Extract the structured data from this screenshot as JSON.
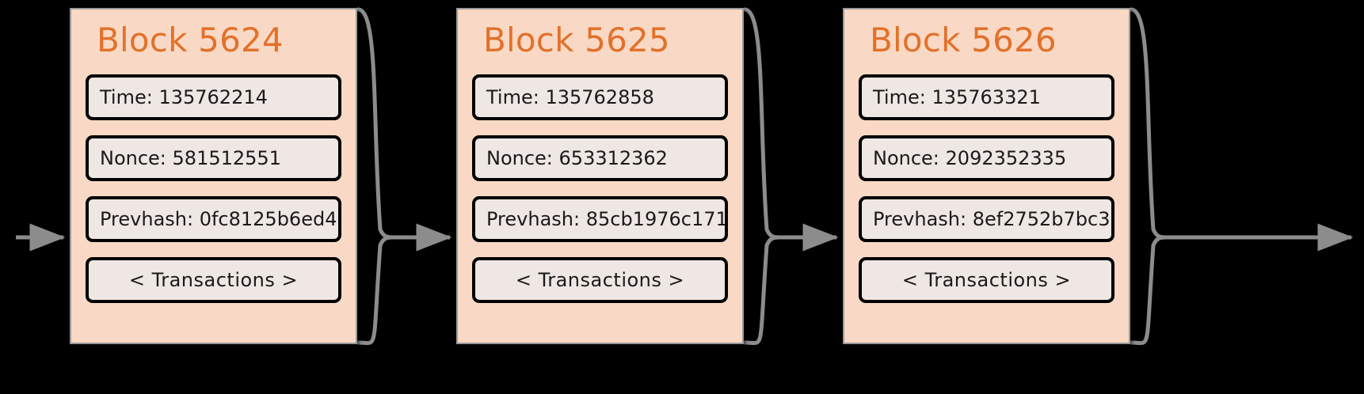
{
  "diagram": {
    "title": "blockchain-block-sequence",
    "background_color": "#000000",
    "block_fill_color": "#f9d9c5",
    "block_title_color": "#e2712a",
    "field_fill_color": "#efe7e4",
    "connector_color": "#8c8c8c",
    "field_labels": {
      "time": "Time:",
      "nonce": "Nonce:",
      "prevhash": "Prevhash:"
    },
    "blocks": [
      {
        "title": "Block 5624",
        "time": "Time: 135762214",
        "nonce": "Nonce: 581512551",
        "prevhash": "Prevhash: 0fc8125b6ed4",
        "transactions": "< Transactions >"
      },
      {
        "title": "Block 5625",
        "time": "Time: 135762858",
        "nonce": "Nonce: 653312362",
        "prevhash": "Prevhash: 85cb1976c171",
        "transactions": "< Transactions >"
      },
      {
        "title": "Block 5626",
        "time": "Time: 135763321",
        "nonce": "Nonce: 2092352335",
        "prevhash": "Prevhash: 8ef2752b7bc3",
        "transactions": "< Transactions >"
      }
    ],
    "connectors": [
      {
        "name": "incoming-arrow"
      },
      {
        "name": "arrow-block1-to-block2"
      },
      {
        "name": "arrow-block2-to-block3"
      },
      {
        "name": "outgoing-arrow"
      }
    ]
  }
}
